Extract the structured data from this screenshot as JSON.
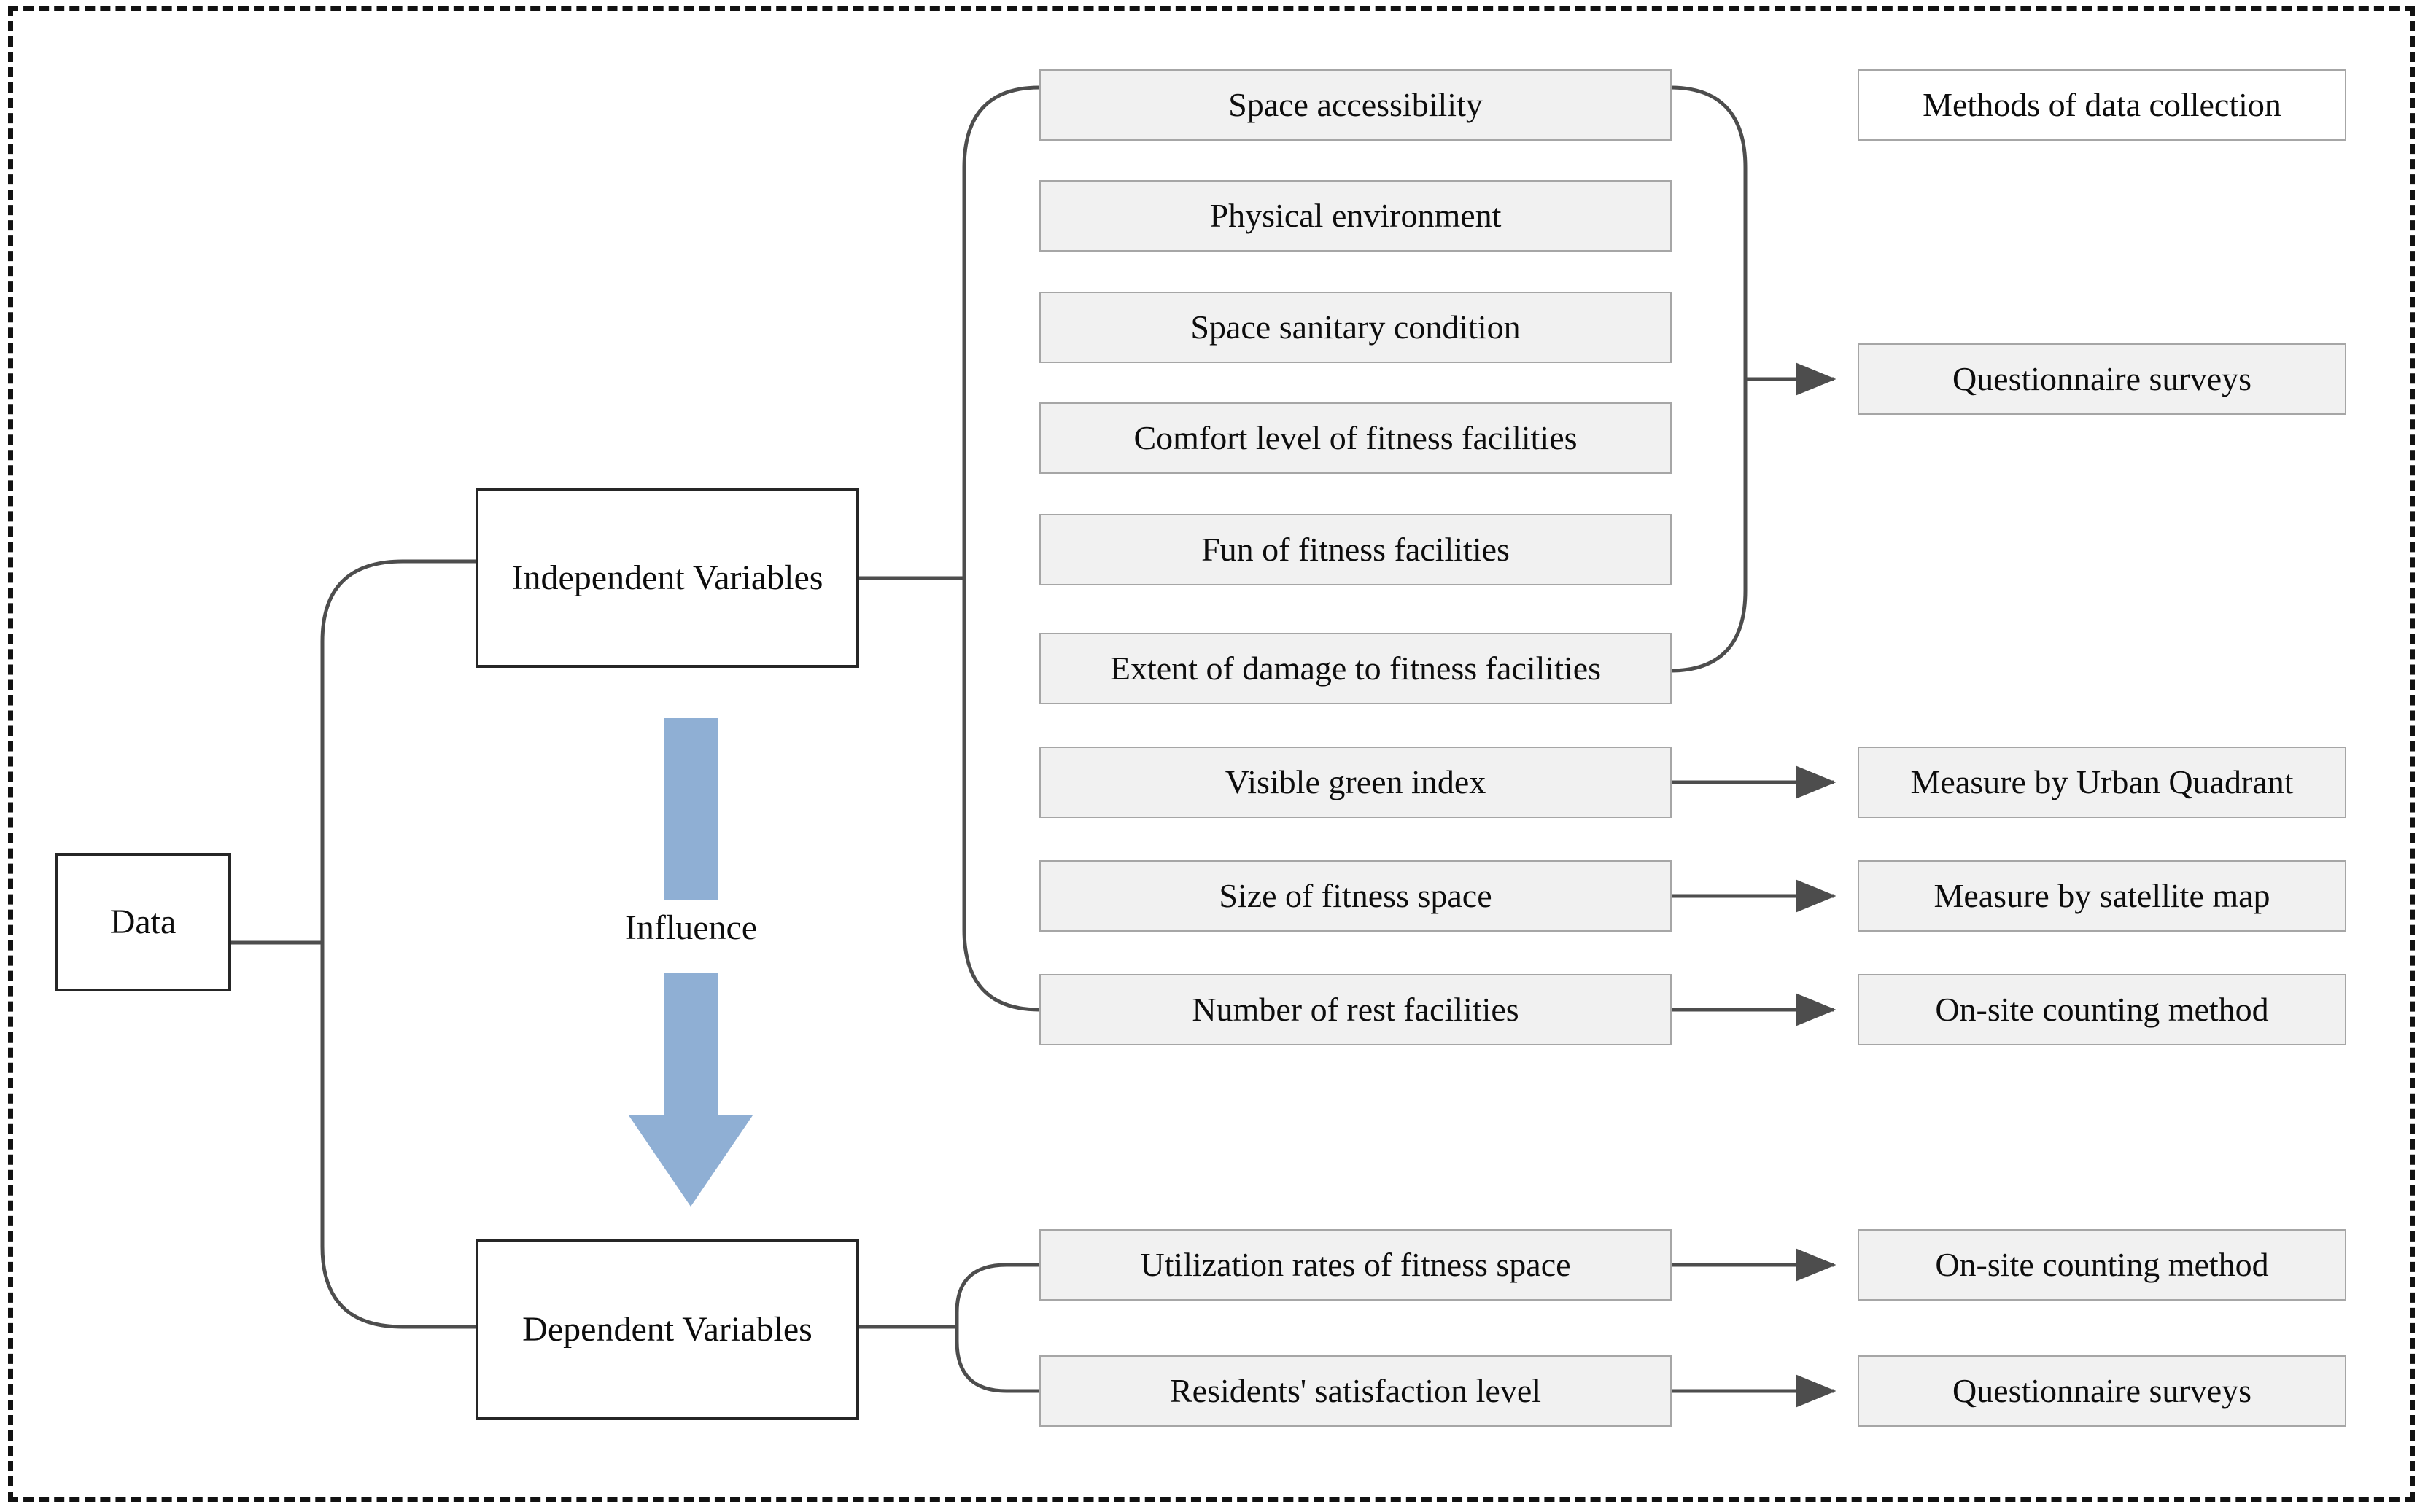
{
  "diagram": {
    "title_box": {
      "label": "Methods of data collection"
    },
    "root": {
      "label": "Data"
    },
    "branches": [
      {
        "label": "Independent Variables"
      },
      {
        "label": "Dependent Variables"
      }
    ],
    "influence": {
      "label": "Influence",
      "arrow_color": "#8FAFD4",
      "direction": "down"
    },
    "independent_variables": [
      {
        "label": "Space accessibility",
        "method": "Questionnaire surveys",
        "method_shared": true
      },
      {
        "label": "Physical environment",
        "method": "Questionnaire surveys",
        "method_shared": true
      },
      {
        "label": "Space sanitary condition",
        "method": "Questionnaire surveys",
        "method_shared": true
      },
      {
        "label": "Comfort level of fitness facilities",
        "method": "Questionnaire surveys",
        "method_shared": true
      },
      {
        "label": "Fun of fitness facilities",
        "method": "Questionnaire surveys",
        "method_shared": true
      },
      {
        "label": "Extent of damage to fitness facilities",
        "method": "Questionnaire surveys",
        "method_shared": true
      },
      {
        "label": "Visible green index",
        "method": "Measure by Urban Quadrant",
        "method_shared": false
      },
      {
        "label": "Size of fitness space",
        "method": "Measure by satellite map",
        "method_shared": false
      },
      {
        "label": "Number of rest facilities",
        "method": "On-site counting method",
        "method_shared": false
      }
    ],
    "dependent_variables": [
      {
        "label": "Utilization rates of fitness space",
        "method": "On-site counting method"
      },
      {
        "label": "Residents' satisfaction level",
        "method": "Questionnaire surveys"
      }
    ],
    "methods_column": [
      {
        "label": "Methods of data collection",
        "style": "white"
      },
      {
        "label": "Questionnaire surveys",
        "style": "gray"
      },
      {
        "label": "Measure by Urban Quadrant",
        "style": "gray"
      },
      {
        "label": "Measure by satellite map",
        "style": "gray"
      },
      {
        "label": "On-site counting method",
        "style": "gray"
      },
      {
        "label": "On-site counting method",
        "style": "gray"
      },
      {
        "label": "Questionnaire surveys",
        "style": "gray"
      }
    ],
    "colors": {
      "box_fill_gray": "#f1f1f1",
      "box_border_gray": "#a6a6a6",
      "box_border_dark": "#262626",
      "connector": "#4d4d4d",
      "frame": "#121212",
      "influence_blue": "#8FAFD4"
    }
  }
}
